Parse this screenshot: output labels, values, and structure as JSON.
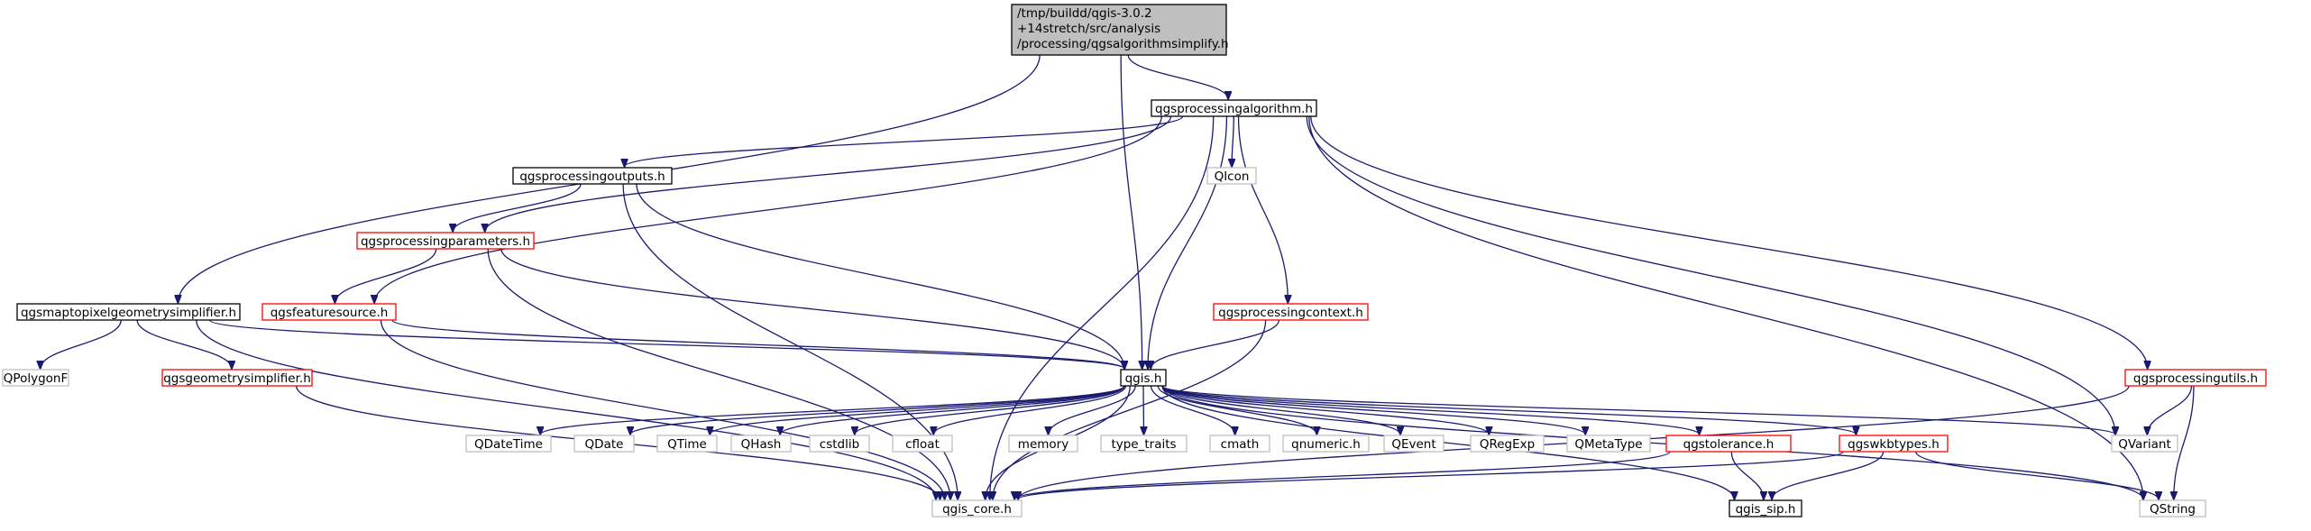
{
  "diagram": {
    "type": "include-dependency-graph",
    "colors": {
      "root_fill": "#bfbfbf",
      "default_border": "#000000",
      "red_border": "#ff0000",
      "gray_border": "#bfbfbf",
      "edge": "#191970",
      "background": "#ffffff"
    },
    "nodes": [
      {
        "id": "root",
        "style": "root",
        "lines": [
          "/tmp/buildd/qgis-3.0.2",
          "+14stretch/src/analysis",
          "/processing/qgsalgorithmsimplify.h"
        ]
      },
      {
        "id": "algorithm",
        "style": "black",
        "lines": [
          "qgsprocessingalgorithm.h"
        ]
      },
      {
        "id": "simplifier",
        "style": "black",
        "lines": [
          "qgsmaptopixelgeometrysimplifier.h"
        ]
      },
      {
        "id": "outputs",
        "style": "black",
        "lines": [
          "qgsprocessingoutputs.h"
        ]
      },
      {
        "id": "qicon",
        "style": "gray",
        "lines": [
          "QIcon"
        ]
      },
      {
        "id": "parameters",
        "style": "red",
        "lines": [
          "qgsprocessingparameters.h"
        ]
      },
      {
        "id": "featuresource",
        "style": "red",
        "lines": [
          "qgsfeaturesource.h"
        ]
      },
      {
        "id": "context",
        "style": "red",
        "lines": [
          "qgsprocessingcontext.h"
        ]
      },
      {
        "id": "utils",
        "style": "red",
        "lines": [
          "qgsprocessingutils.h"
        ]
      },
      {
        "id": "qpolygonf",
        "style": "gray",
        "lines": [
          "QPolygonF"
        ]
      },
      {
        "id": "geomsimplifier",
        "style": "red",
        "lines": [
          "qgsgeometrysimplifier.h"
        ]
      },
      {
        "id": "qgis",
        "style": "black",
        "lines": [
          "qgis.h"
        ]
      },
      {
        "id": "qdatetime",
        "style": "gray",
        "lines": [
          "QDateTime"
        ]
      },
      {
        "id": "qdate",
        "style": "gray",
        "lines": [
          "QDate"
        ]
      },
      {
        "id": "qtime",
        "style": "gray",
        "lines": [
          "QTime"
        ]
      },
      {
        "id": "qhash",
        "style": "gray",
        "lines": [
          "QHash"
        ]
      },
      {
        "id": "cstdlib",
        "style": "gray",
        "lines": [
          "cstdlib"
        ]
      },
      {
        "id": "cfloat",
        "style": "gray",
        "lines": [
          "cfloat"
        ]
      },
      {
        "id": "memory",
        "style": "gray",
        "lines": [
          "memory"
        ]
      },
      {
        "id": "type_traits",
        "style": "gray",
        "lines": [
          "type_traits"
        ]
      },
      {
        "id": "cmath",
        "style": "gray",
        "lines": [
          "cmath"
        ]
      },
      {
        "id": "qnumeric",
        "style": "gray",
        "lines": [
          "qnumeric.h"
        ]
      },
      {
        "id": "qevent",
        "style": "gray",
        "lines": [
          "QEvent"
        ]
      },
      {
        "id": "qregexp",
        "style": "gray",
        "lines": [
          "QRegExp"
        ]
      },
      {
        "id": "qmetatype",
        "style": "gray",
        "lines": [
          "QMetaType"
        ]
      },
      {
        "id": "tolerance",
        "style": "red",
        "lines": [
          "qgstolerance.h"
        ]
      },
      {
        "id": "wkbtypes",
        "style": "red",
        "lines": [
          "qgswkbtypes.h"
        ]
      },
      {
        "id": "qvariant",
        "style": "gray",
        "lines": [
          "QVariant"
        ]
      },
      {
        "id": "qgis_core",
        "style": "gray",
        "lines": [
          "qgis_core.h"
        ]
      },
      {
        "id": "qgis_sip",
        "style": "black",
        "lines": [
          "qgis_sip.h"
        ]
      },
      {
        "id": "qstring",
        "style": "gray",
        "lines": [
          "QString"
        ]
      }
    ],
    "edges": [
      [
        "root",
        "algorithm"
      ],
      [
        "root",
        "simplifier"
      ],
      [
        "root",
        "qgis"
      ],
      [
        "algorithm",
        "outputs"
      ],
      [
        "algorithm",
        "qicon"
      ],
      [
        "algorithm",
        "parameters"
      ],
      [
        "algorithm",
        "featuresource"
      ],
      [
        "algorithm",
        "context"
      ],
      [
        "algorithm",
        "utils"
      ],
      [
        "algorithm",
        "qgis"
      ],
      [
        "algorithm",
        "qvariant"
      ],
      [
        "algorithm",
        "qgis_core"
      ],
      [
        "algorithm",
        "qstring"
      ],
      [
        "outputs",
        "parameters"
      ],
      [
        "outputs",
        "qgis"
      ],
      [
        "outputs",
        "qgis_core"
      ],
      [
        "parameters",
        "featuresource"
      ],
      [
        "parameters",
        "qgis"
      ],
      [
        "parameters",
        "qgis_core"
      ],
      [
        "featuresource",
        "qgis"
      ],
      [
        "featuresource",
        "qgis_core"
      ],
      [
        "simplifier",
        "qpolygonf"
      ],
      [
        "simplifier",
        "geomsimplifier"
      ],
      [
        "simplifier",
        "qgis"
      ],
      [
        "simplifier",
        "qgis_core"
      ],
      [
        "geomsimplifier",
        "qgis_core"
      ],
      [
        "context",
        "qgis"
      ],
      [
        "context",
        "qgis_core"
      ],
      [
        "utils",
        "qvariant"
      ],
      [
        "utils",
        "qgis_core"
      ],
      [
        "utils",
        "qstring"
      ],
      [
        "qgis",
        "qdatetime"
      ],
      [
        "qgis",
        "qdate"
      ],
      [
        "qgis",
        "qtime"
      ],
      [
        "qgis",
        "qhash"
      ],
      [
        "qgis",
        "cstdlib"
      ],
      [
        "qgis",
        "cfloat"
      ],
      [
        "qgis",
        "memory"
      ],
      [
        "qgis",
        "type_traits"
      ],
      [
        "qgis",
        "cmath"
      ],
      [
        "qgis",
        "qnumeric"
      ],
      [
        "qgis",
        "qevent"
      ],
      [
        "qgis",
        "qregexp"
      ],
      [
        "qgis",
        "qmetatype"
      ],
      [
        "qgis",
        "tolerance"
      ],
      [
        "qgis",
        "wkbtypes"
      ],
      [
        "qgis",
        "qvariant"
      ],
      [
        "qgis",
        "qgis_core"
      ],
      [
        "qgis",
        "qgis_sip"
      ],
      [
        "qgis",
        "qstring"
      ],
      [
        "tolerance",
        "qgis_core"
      ],
      [
        "tolerance",
        "qgis_sip"
      ],
      [
        "wkbtypes",
        "qgis_core"
      ],
      [
        "wkbtypes",
        "qgis_sip"
      ],
      [
        "wkbtypes",
        "qstring"
      ]
    ]
  }
}
